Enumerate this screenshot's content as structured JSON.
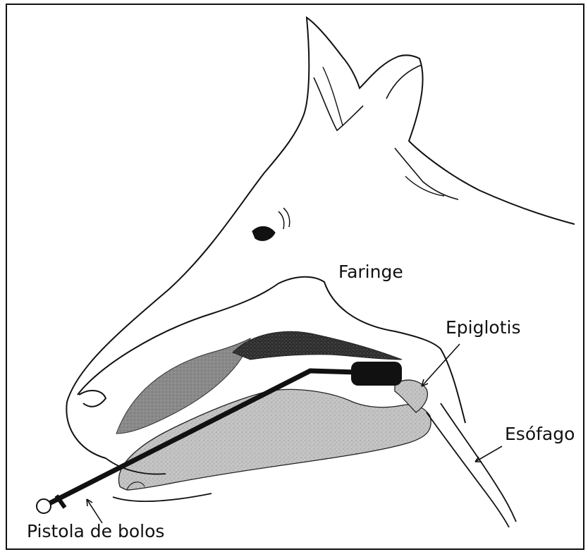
{
  "labels": {
    "faringe": "Faringe",
    "epiglotis": "Epiglotis",
    "esofago": "Esófago",
    "pistola": "Pistola de bolos"
  },
  "colors": {
    "line": "#111111",
    "tongue_fill": "#bdbdbd",
    "palate_fill": "#8f8f8f",
    "dark_fill": "#2a2a2a",
    "background": "#ffffff"
  }
}
